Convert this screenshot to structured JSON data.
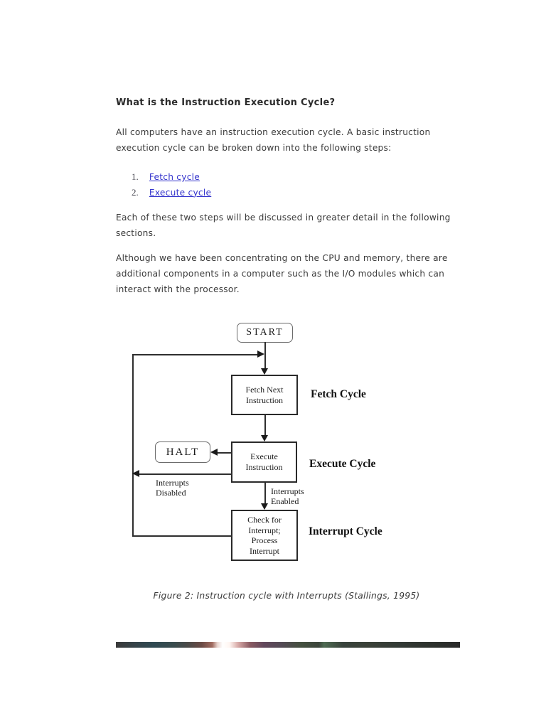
{
  "content": {
    "heading": "What is the Instruction Execution Cycle?",
    "paragraph1": [
      "All computers have an instruction execution cycle. A basic instruction",
      "execution cycle can be broken down into the following steps:"
    ],
    "list": [
      {
        "number": "1.",
        "label": "Fetch cycle"
      },
      {
        "number": "2.",
        "label": "Execute cycle"
      }
    ],
    "paragraph2": [
      "Each of these two steps will be discussed in greater detail in the following",
      "sections."
    ],
    "paragraph3": [
      "Although we have been concentrating on the CPU and memory, there are",
      "additional components in a computer such as the I/O modules which can",
      "interact with the processor."
    ],
    "caption": "Figure 2: Instruction cycle with Interrupts (Stallings, 1995)"
  },
  "diagram": {
    "start": "START",
    "halt": "HALT",
    "fetch": [
      "Fetch Next",
      "Instruction"
    ],
    "execute": [
      "Execute",
      "Instruction"
    ],
    "check": [
      "Check for",
      "Interrupt;",
      "Process",
      "Interrupt"
    ],
    "fetch_cycle": "Fetch Cycle",
    "execute_cycle": "Execute Cycle",
    "interrupt_cycle": "Interrupt Cycle",
    "interrupts_disabled": [
      "Interrupts",
      "Disabled"
    ],
    "interrupts_enabled": [
      "Interrupts",
      "Enabled"
    ]
  },
  "colors": {
    "link": "#3333cc",
    "text": "#333333",
    "diagram_line": "#2e2e2e"
  }
}
